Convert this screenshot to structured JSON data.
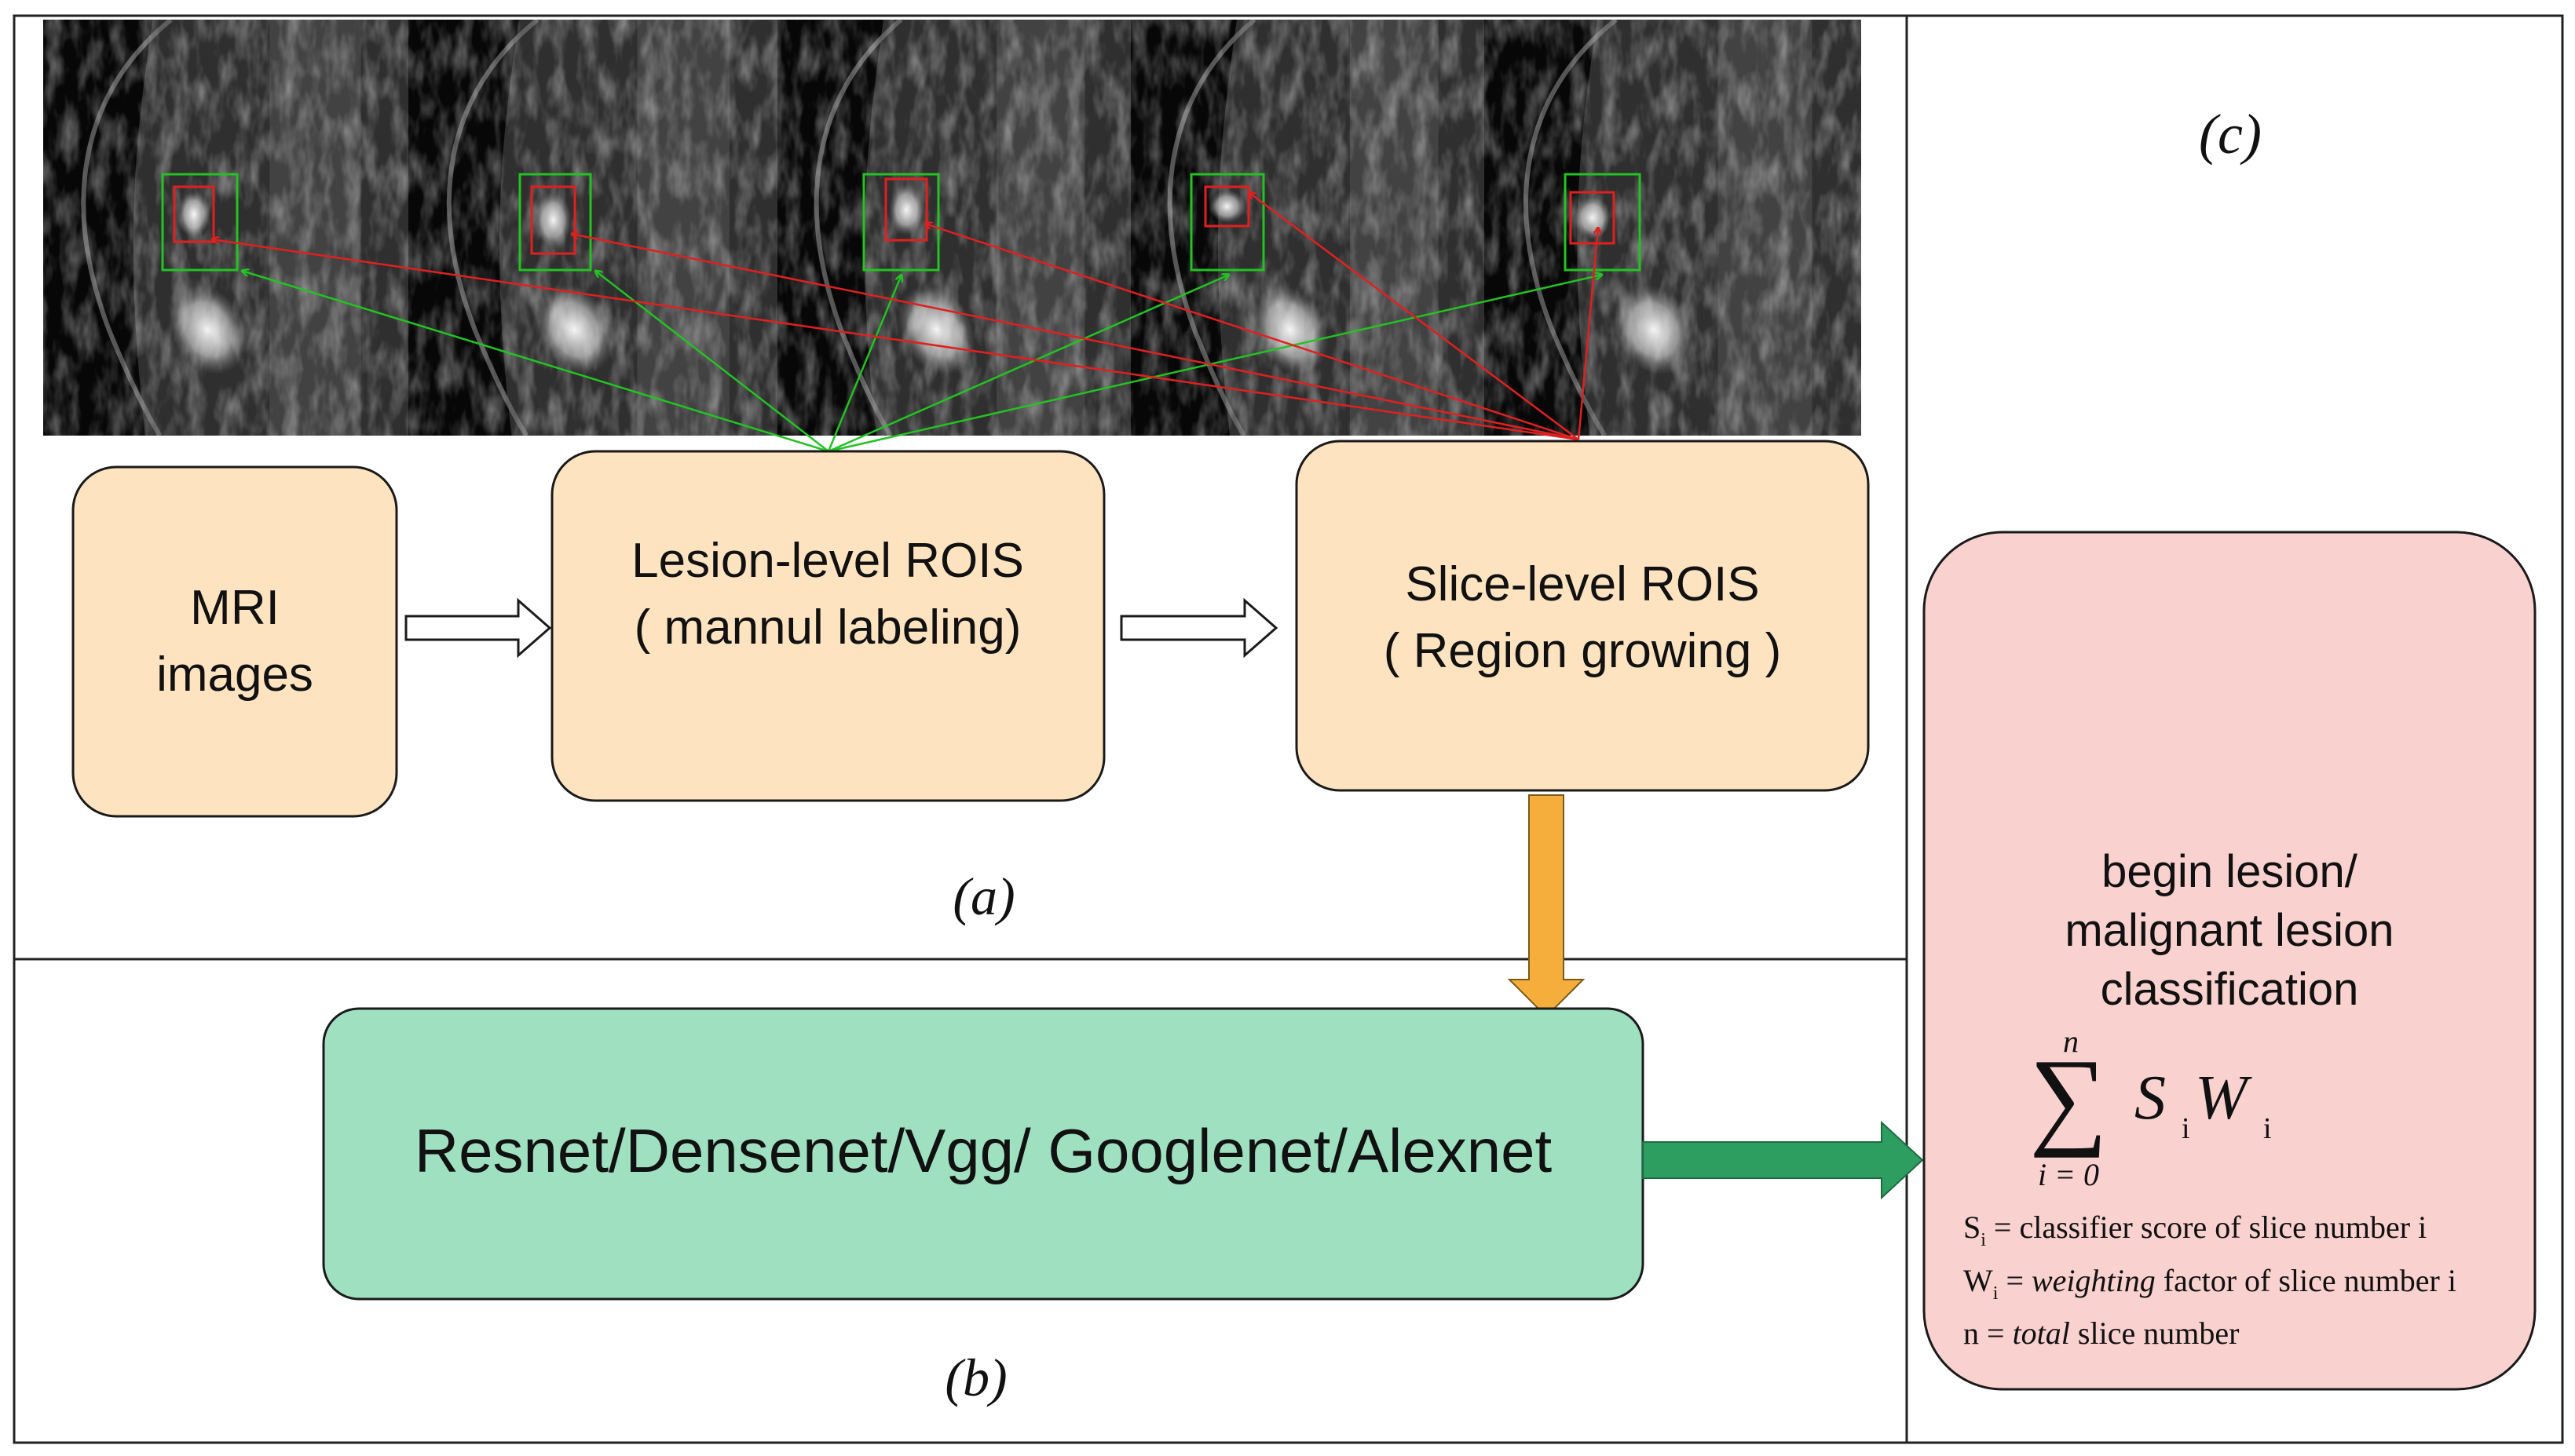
{
  "panels": {
    "a": {
      "label": "(a)"
    },
    "b": {
      "label": "(b)"
    },
    "c": {
      "label": "(c)"
    }
  },
  "mri_strip": {
    "slice_count": 5
  },
  "boxes": {
    "mri": {
      "line1": "MRI",
      "line2": "images"
    },
    "lesion": {
      "line1": "Lesion-level ROIS",
      "line2": "( mannul labeling)"
    },
    "slice": {
      "line1": "Slice-level ROIS",
      "line2": "( Region growing )"
    },
    "networks": {
      "text": "Resnet/Densenet/Vgg/ Googlenet/Alexnet"
    },
    "classification": {
      "line1": "begin lesion/",
      "line2": "malignant lesion",
      "line3": "classification"
    }
  },
  "formula": {
    "sum_upper": "n",
    "sum_lower": "i = 0",
    "sum_symbol": "∑",
    "term_s": "S",
    "term_s_sub": "i",
    "term_w": "W",
    "term_w_sub": "i",
    "defs": [
      {
        "var": "S",
        "sub": "i",
        "eq": " = ",
        "italic": "",
        "rest": "classifier score of slice number i"
      },
      {
        "var": "W",
        "sub": "i",
        "eq": " = ",
        "italic": "weighting",
        "rest": " factor of slice number i"
      },
      {
        "var": "n",
        "sub": "",
        "eq": " = ",
        "italic": "total",
        "rest": " slice number"
      }
    ]
  },
  "colors": {
    "box_orange_fill": "#fde3c0",
    "box_green_fill": "#9fe0c1",
    "box_pink_fill": "#f9d1ce",
    "arrow_orange": "#f5ae3c",
    "arrow_green": "#2e9d60",
    "roi_green": "#22c322",
    "roi_red": "#e02020",
    "mri_background": "#070707"
  }
}
